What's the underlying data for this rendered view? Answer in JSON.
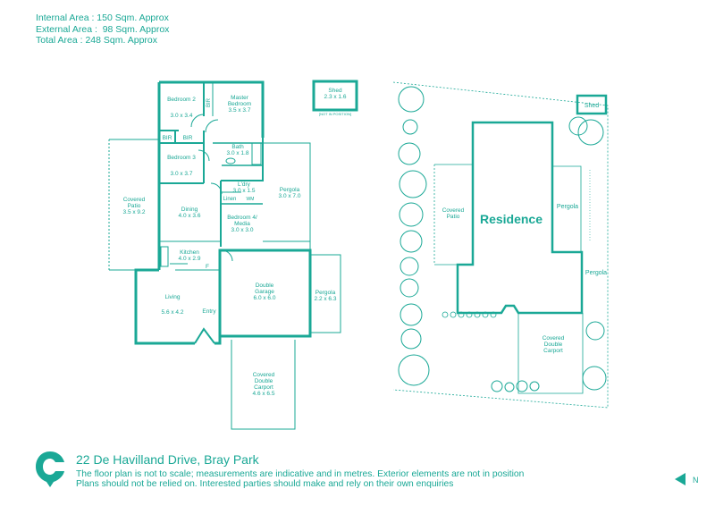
{
  "areas": {
    "internal": "Internal Area : 150 Sqm. Approx",
    "external": "External Area :  98 Sqm. Approx",
    "total": "Total Area : 248 Sqm. Approx"
  },
  "rooms": {
    "bedroom2": {
      "name": "Bedroom 2",
      "size": "3.0 x 3.4"
    },
    "master": {
      "name1": "Master",
      "name2": "Bedroom",
      "size": "3.5 x 3.7"
    },
    "bir_master": "BIR",
    "bir1": "BIR",
    "bir2": "BIR",
    "bath": {
      "name": "Bath",
      "size": "3.0 x 1.8"
    },
    "bedroom3": {
      "name": "Bedroom 3",
      "size": "3.0 x 3.7"
    },
    "covered_patio": {
      "name1": "Covered",
      "name2": "Patio",
      "size": "3.5 x 9.2"
    },
    "dining": {
      "name": "Dining",
      "size": "4.0 x 3.6"
    },
    "ldry": {
      "name": "L'dry",
      "size": "3.0 x 1.5"
    },
    "linen": "Linen",
    "wm": "WM",
    "pergola1": {
      "name": "Pergola",
      "size": "3.0 x 7.0"
    },
    "bedroom4": {
      "name1": "Bedroom 4/",
      "name2": "Media",
      "size": "3.0 x 3.0"
    },
    "kitchen": {
      "name": "Kitchen",
      "size": "4.0 x 2.9"
    },
    "fridge": "F",
    "living": {
      "name": "Living",
      "size": "5.6 x 4.2"
    },
    "entry": "Entry",
    "garage": {
      "name1": "Double",
      "name2": "Garage",
      "size": "6.0 x 6.0"
    },
    "pergola2": {
      "name": "Pergola",
      "size": "2.2 x 6.3"
    },
    "carport": {
      "name1": "Covered",
      "name2": "Double",
      "name3": "Carport",
      "size": "4.6 x 6.5"
    },
    "shed": {
      "name": "Shed",
      "size": "2.3 x 1.6",
      "note": "[NOT IN POSITION]"
    }
  },
  "site": {
    "residence": "Residence",
    "shed": "Shed",
    "covered_patio1": "Covered",
    "covered_patio2": "Patio",
    "pergola_top": "Pergola",
    "pergola_bottom": "Pergola",
    "carport1": "Covered",
    "carport2": "Double",
    "carport3": "Carport"
  },
  "footer": {
    "address": "22 De Havilland Drive, Bray Park",
    "disclaimer1": "The floor plan is not to scale; measurements are indicative and in metres. Exterior elements are not in position",
    "disclaimer2": "Plans should not be relied on. Interested parties should make and rely on their own enquiries",
    "north": "N"
  },
  "colors": {
    "accent": "#1aa896"
  }
}
